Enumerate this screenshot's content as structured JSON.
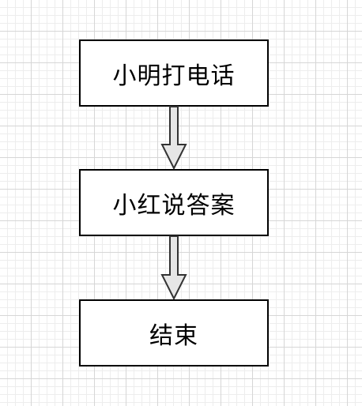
{
  "flowchart": {
    "nodes": [
      {
        "label": "小明打电话"
      },
      {
        "label": "小红说答案"
      },
      {
        "label": "结束"
      }
    ],
    "edges": [
      {
        "from": 0,
        "to": 1
      },
      {
        "from": 1,
        "to": 2
      }
    ]
  },
  "colors": {
    "node_border": "#000000",
    "node_fill": "#ffffff",
    "arrow_fill": "#e6e6e6",
    "arrow_stroke": "#333333",
    "grid_major": "#d6d6d6",
    "grid_minor": "#ededed"
  }
}
